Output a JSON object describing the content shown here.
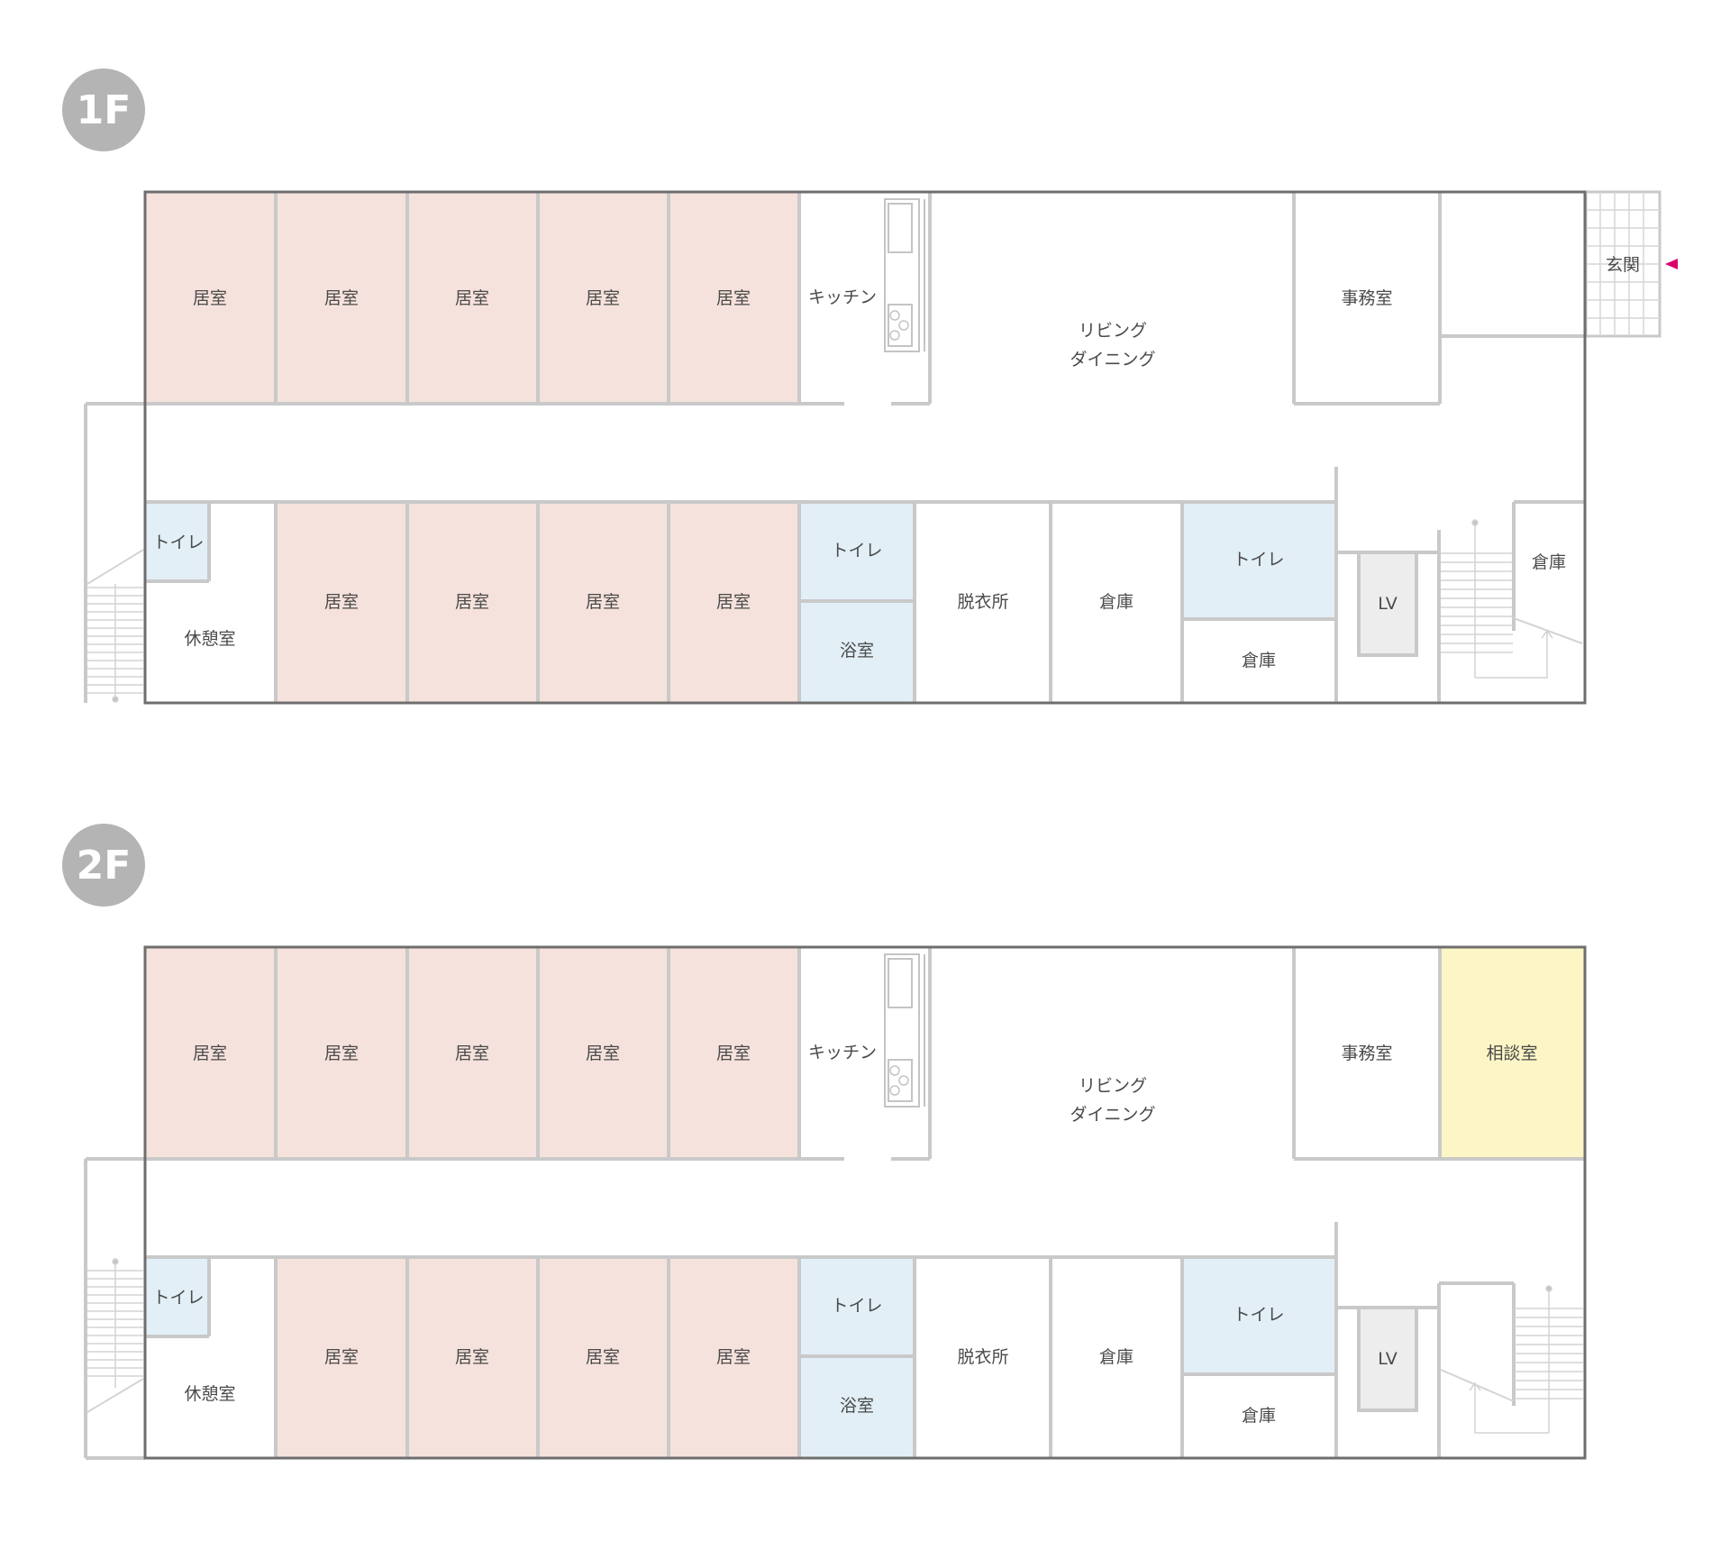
{
  "colors": {
    "resident_room": "#f6e2dc",
    "wet_area": "#e2eff7",
    "consultation": "#fcf6c6",
    "lv": "#ededed",
    "wall": "#c9c9c9",
    "outer_wall": "#6e6e6e",
    "badge": "#b4b4b4",
    "entrance_arrow": "#d9006c"
  },
  "floors": [
    {
      "badge": "1F",
      "rooms": {
        "kyoshitsu_top_1": "居室",
        "kyoshitsu_top_2": "居室",
        "kyoshitsu_top_3": "居室",
        "kyoshitsu_top_4": "居室",
        "kyoshitsu_top_5": "居室",
        "kitchen": "キッチン",
        "living_1": "リビング",
        "living_2": "ダイニング",
        "office": "事務室",
        "entrance": "玄関",
        "toilet_small": "トイレ",
        "rest_room": "休憩室",
        "kyoshitsu_bot_1": "居室",
        "kyoshitsu_bot_2": "居室",
        "kyoshitsu_bot_3": "居室",
        "kyoshitsu_bot_4": "居室",
        "toilet_mid": "トイレ",
        "bath": "浴室",
        "dressing": "脱衣所",
        "storage_a": "倉庫",
        "toilet_big": "トイレ",
        "storage_b": "倉庫",
        "lv": "LV",
        "storage_c": "倉庫"
      }
    },
    {
      "badge": "2F",
      "rooms": {
        "kyoshitsu_top_1": "居室",
        "kyoshitsu_top_2": "居室",
        "kyoshitsu_top_3": "居室",
        "kyoshitsu_top_4": "居室",
        "kyoshitsu_top_5": "居室",
        "kitchen": "キッチン",
        "living_1": "リビング",
        "living_2": "ダイニング",
        "office": "事務室",
        "consultation": "相談室",
        "toilet_small": "トイレ",
        "rest_room": "休憩室",
        "kyoshitsu_bot_1": "居室",
        "kyoshitsu_bot_2": "居室",
        "kyoshitsu_bot_3": "居室",
        "kyoshitsu_bot_4": "居室",
        "toilet_mid": "トイレ",
        "bath": "浴室",
        "dressing": "脱衣所",
        "storage_a": "倉庫",
        "toilet_big": "トイレ",
        "storage_b": "倉庫",
        "lv": "LV"
      }
    }
  ]
}
